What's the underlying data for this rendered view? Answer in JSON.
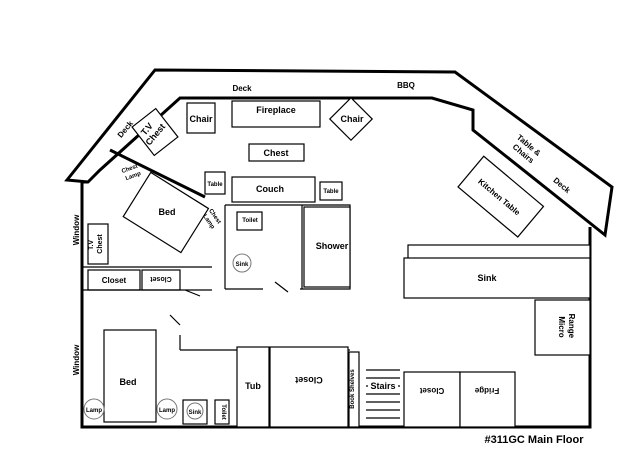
{
  "plan": {
    "title": "#311GC Main Floor",
    "labels": {
      "deck_top": "Deck",
      "bbq": "BBQ",
      "deck_left": "Deck",
      "deck_right": "Deck",
      "tv_chest_top": "T.V\nChest",
      "chair_left": "Chair",
      "fireplace": "Fireplace",
      "chair_right": "Chair",
      "table_chairs": "Table &\nChairs",
      "chest": "Chest",
      "chest_lamp_left": "Chest\nLamp",
      "table_left": "Table",
      "couch": "Couch",
      "table_right": "Table",
      "kitchen_table": "Kitchen Table",
      "bed_top": "Bed",
      "chest_lamp_right": "Chest\nLamp",
      "toilet_top": "Toilet",
      "shower": "Shower",
      "window_top": "Window",
      "tv_chest_left": "T.V\nChest",
      "sink_bath": "Sink",
      "sink_kitchen": "Sink",
      "closet_left": "Closet",
      "closet_small": "Closet",
      "range_micro": "Range\nMicro",
      "window_bottom": "Window",
      "bed_bottom": "Bed",
      "tub": "Tub",
      "closet_middle": "Closet",
      "book_shelves": "Book Shelves",
      "stairs": "Stairs",
      "closet_right": "Closet",
      "fridge": "Fridge",
      "lamp_left": "Lamp",
      "lamp_right": "Lamp",
      "sink_small": "Sink",
      "toilet_bottom": "Toilet"
    }
  }
}
